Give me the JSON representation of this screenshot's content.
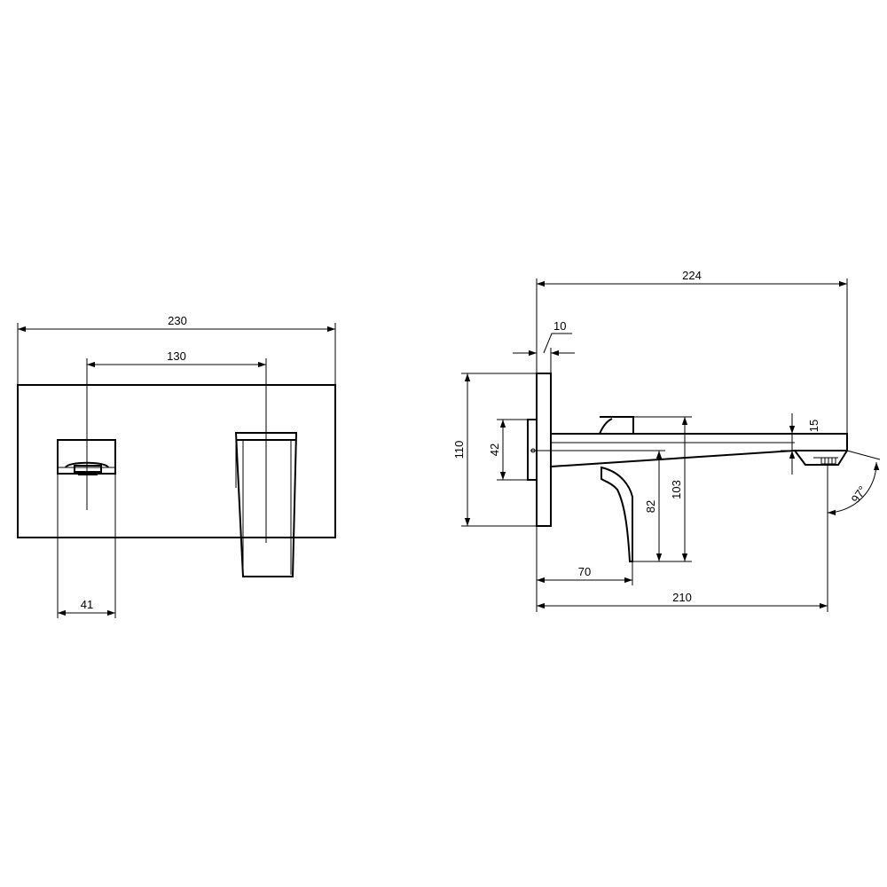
{
  "front_view": {
    "dim_overall_width": "230",
    "dim_center_distance": "130",
    "dim_spout_width": "41"
  },
  "side_view": {
    "dim_total_depth": "224",
    "dim_plate_thickness": "10",
    "dim_plate_height": "110",
    "dim_body_height": "42",
    "dim_outlet_height": "82",
    "dim_handle_height": "103",
    "dim_handle_offset": "70",
    "dim_spout_reach": "210",
    "dim_spout_tip": "15",
    "dim_angle": "97°"
  }
}
